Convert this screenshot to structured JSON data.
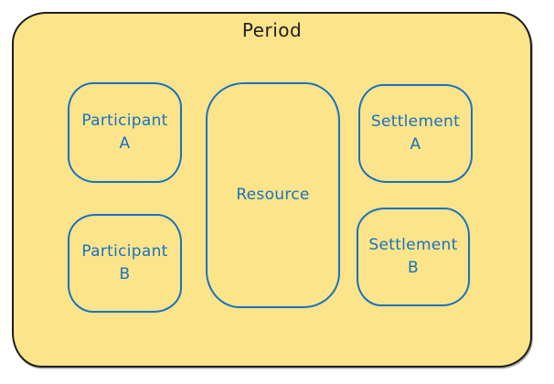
{
  "diagram": {
    "title": "Period",
    "nodes": [
      {
        "id": "participant-a",
        "label": "Participant\nA"
      },
      {
        "id": "participant-b",
        "label": "Participant\nB"
      },
      {
        "id": "resource",
        "label": "Resource"
      },
      {
        "id": "settlement-a",
        "label": "Settlement\nA"
      },
      {
        "id": "settlement-b",
        "label": "Settlement\nB"
      }
    ],
    "colors": {
      "fill": "#fbe48a",
      "frame_stroke": "#1e1e1e",
      "node_stroke": "#1971c2",
      "node_text": "#1971c2",
      "title_text": "#1e1e1e",
      "page_background": "#ffffff"
    }
  }
}
